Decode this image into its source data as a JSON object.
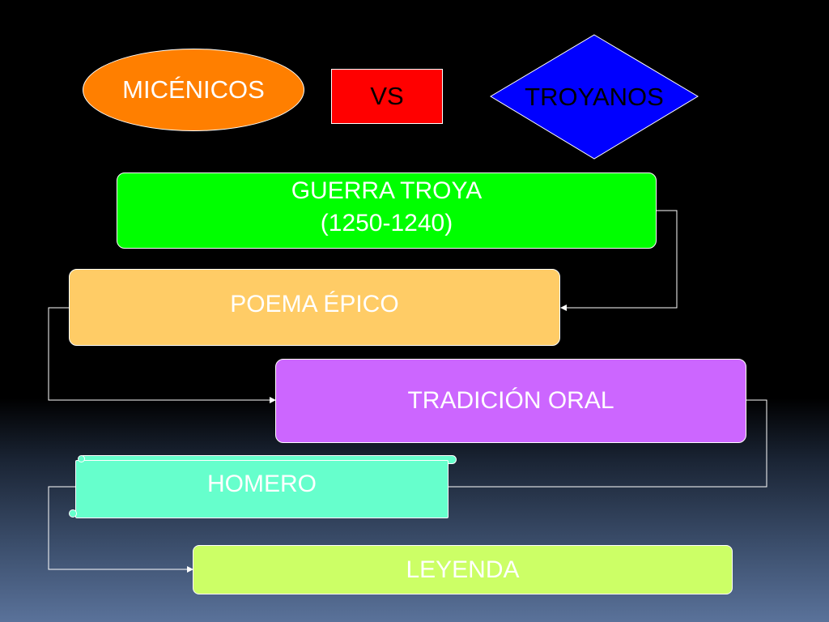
{
  "title_row": {
    "left_label": "MICÉNICOS",
    "center_label": "VS",
    "right_label": "TROYANOS"
  },
  "flow": {
    "guerra_line1": "GUERRA TROYA",
    "guerra_line2": "(1250-1240)",
    "poema": "POEMA ÉPICO",
    "tradicion": "TRADICIÓN ORAL",
    "homero": "HOMERO",
    "leyenda": "LEYENDA"
  },
  "colors": {
    "micenicos": "#ff7f00",
    "vs": "#ff0000",
    "troyanos": "#0000ff",
    "guerra": "#00ff00",
    "poema": "#ffcc66",
    "tradicion": "#cc66ff",
    "homero": "#66ffcc",
    "leyenda": "#ccff66",
    "connector": "#ffffff"
  }
}
